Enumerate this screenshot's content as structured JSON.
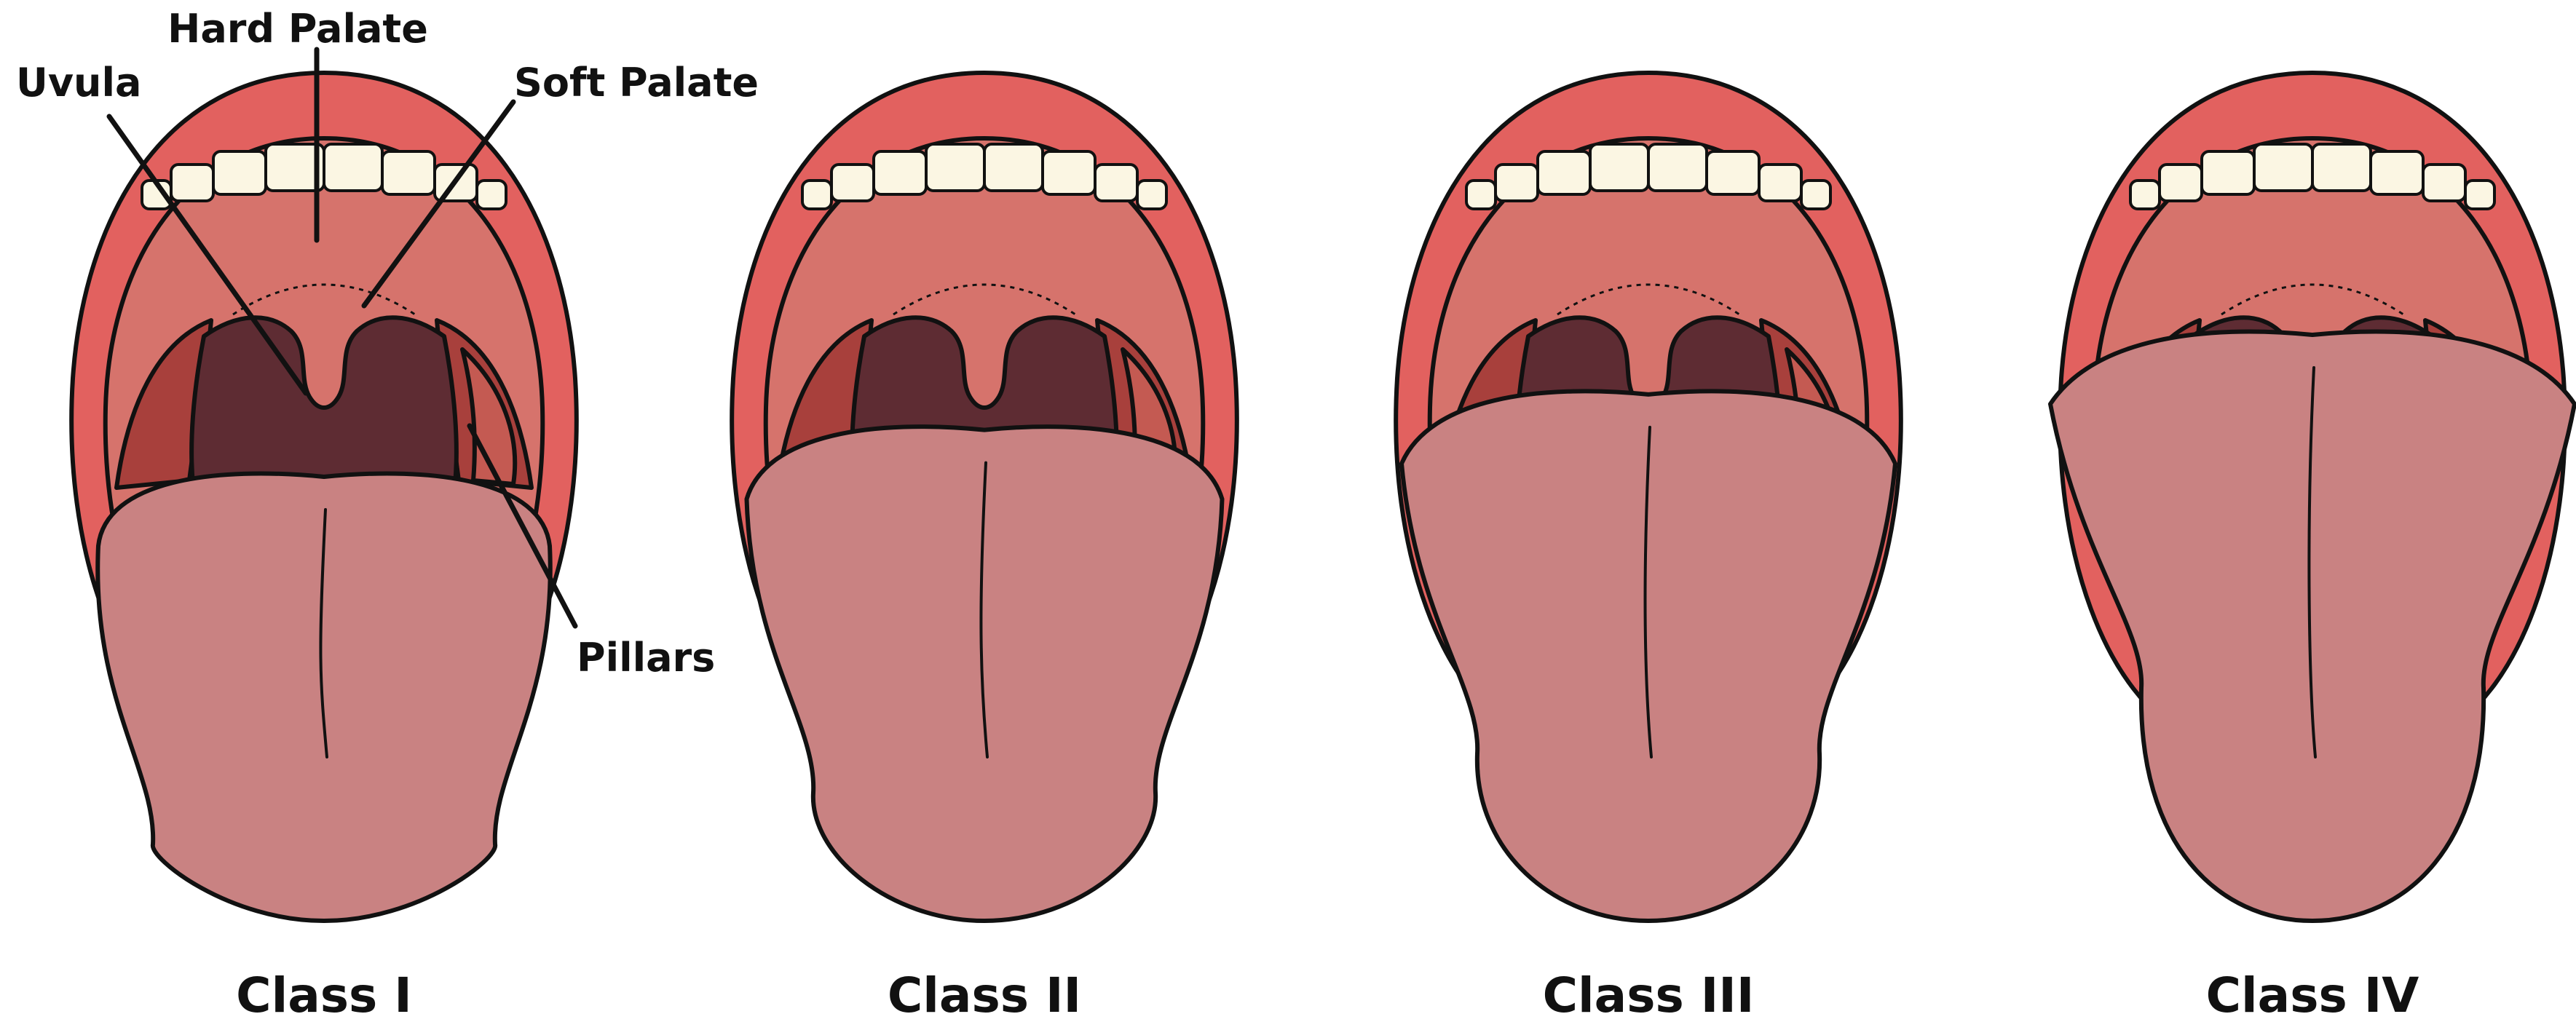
{
  "colors": {
    "lip": "#e2615f",
    "inner_mouth": "#d6736c",
    "throat": "#5e2c33",
    "tonsil_pillar": "#a8403c",
    "tonsil_pillar_light": "#c45a52",
    "tongue": "#c98282",
    "teeth": "#fbf6e3",
    "outline": "#111111"
  },
  "annotations": {
    "hard_palate": "Hard Palate",
    "uvula": "Uvula",
    "soft_palate": "Soft Palate",
    "pillars": "Pillars"
  },
  "classes": [
    {
      "label": "Class I",
      "tongue_top_ratio": 0.0
    },
    {
      "label": "Class II",
      "tongue_top_ratio": 0.33
    },
    {
      "label": "Class III",
      "tongue_top_ratio": 0.58
    },
    {
      "label": "Class IV",
      "tongue_top_ratio": 1.0
    }
  ]
}
